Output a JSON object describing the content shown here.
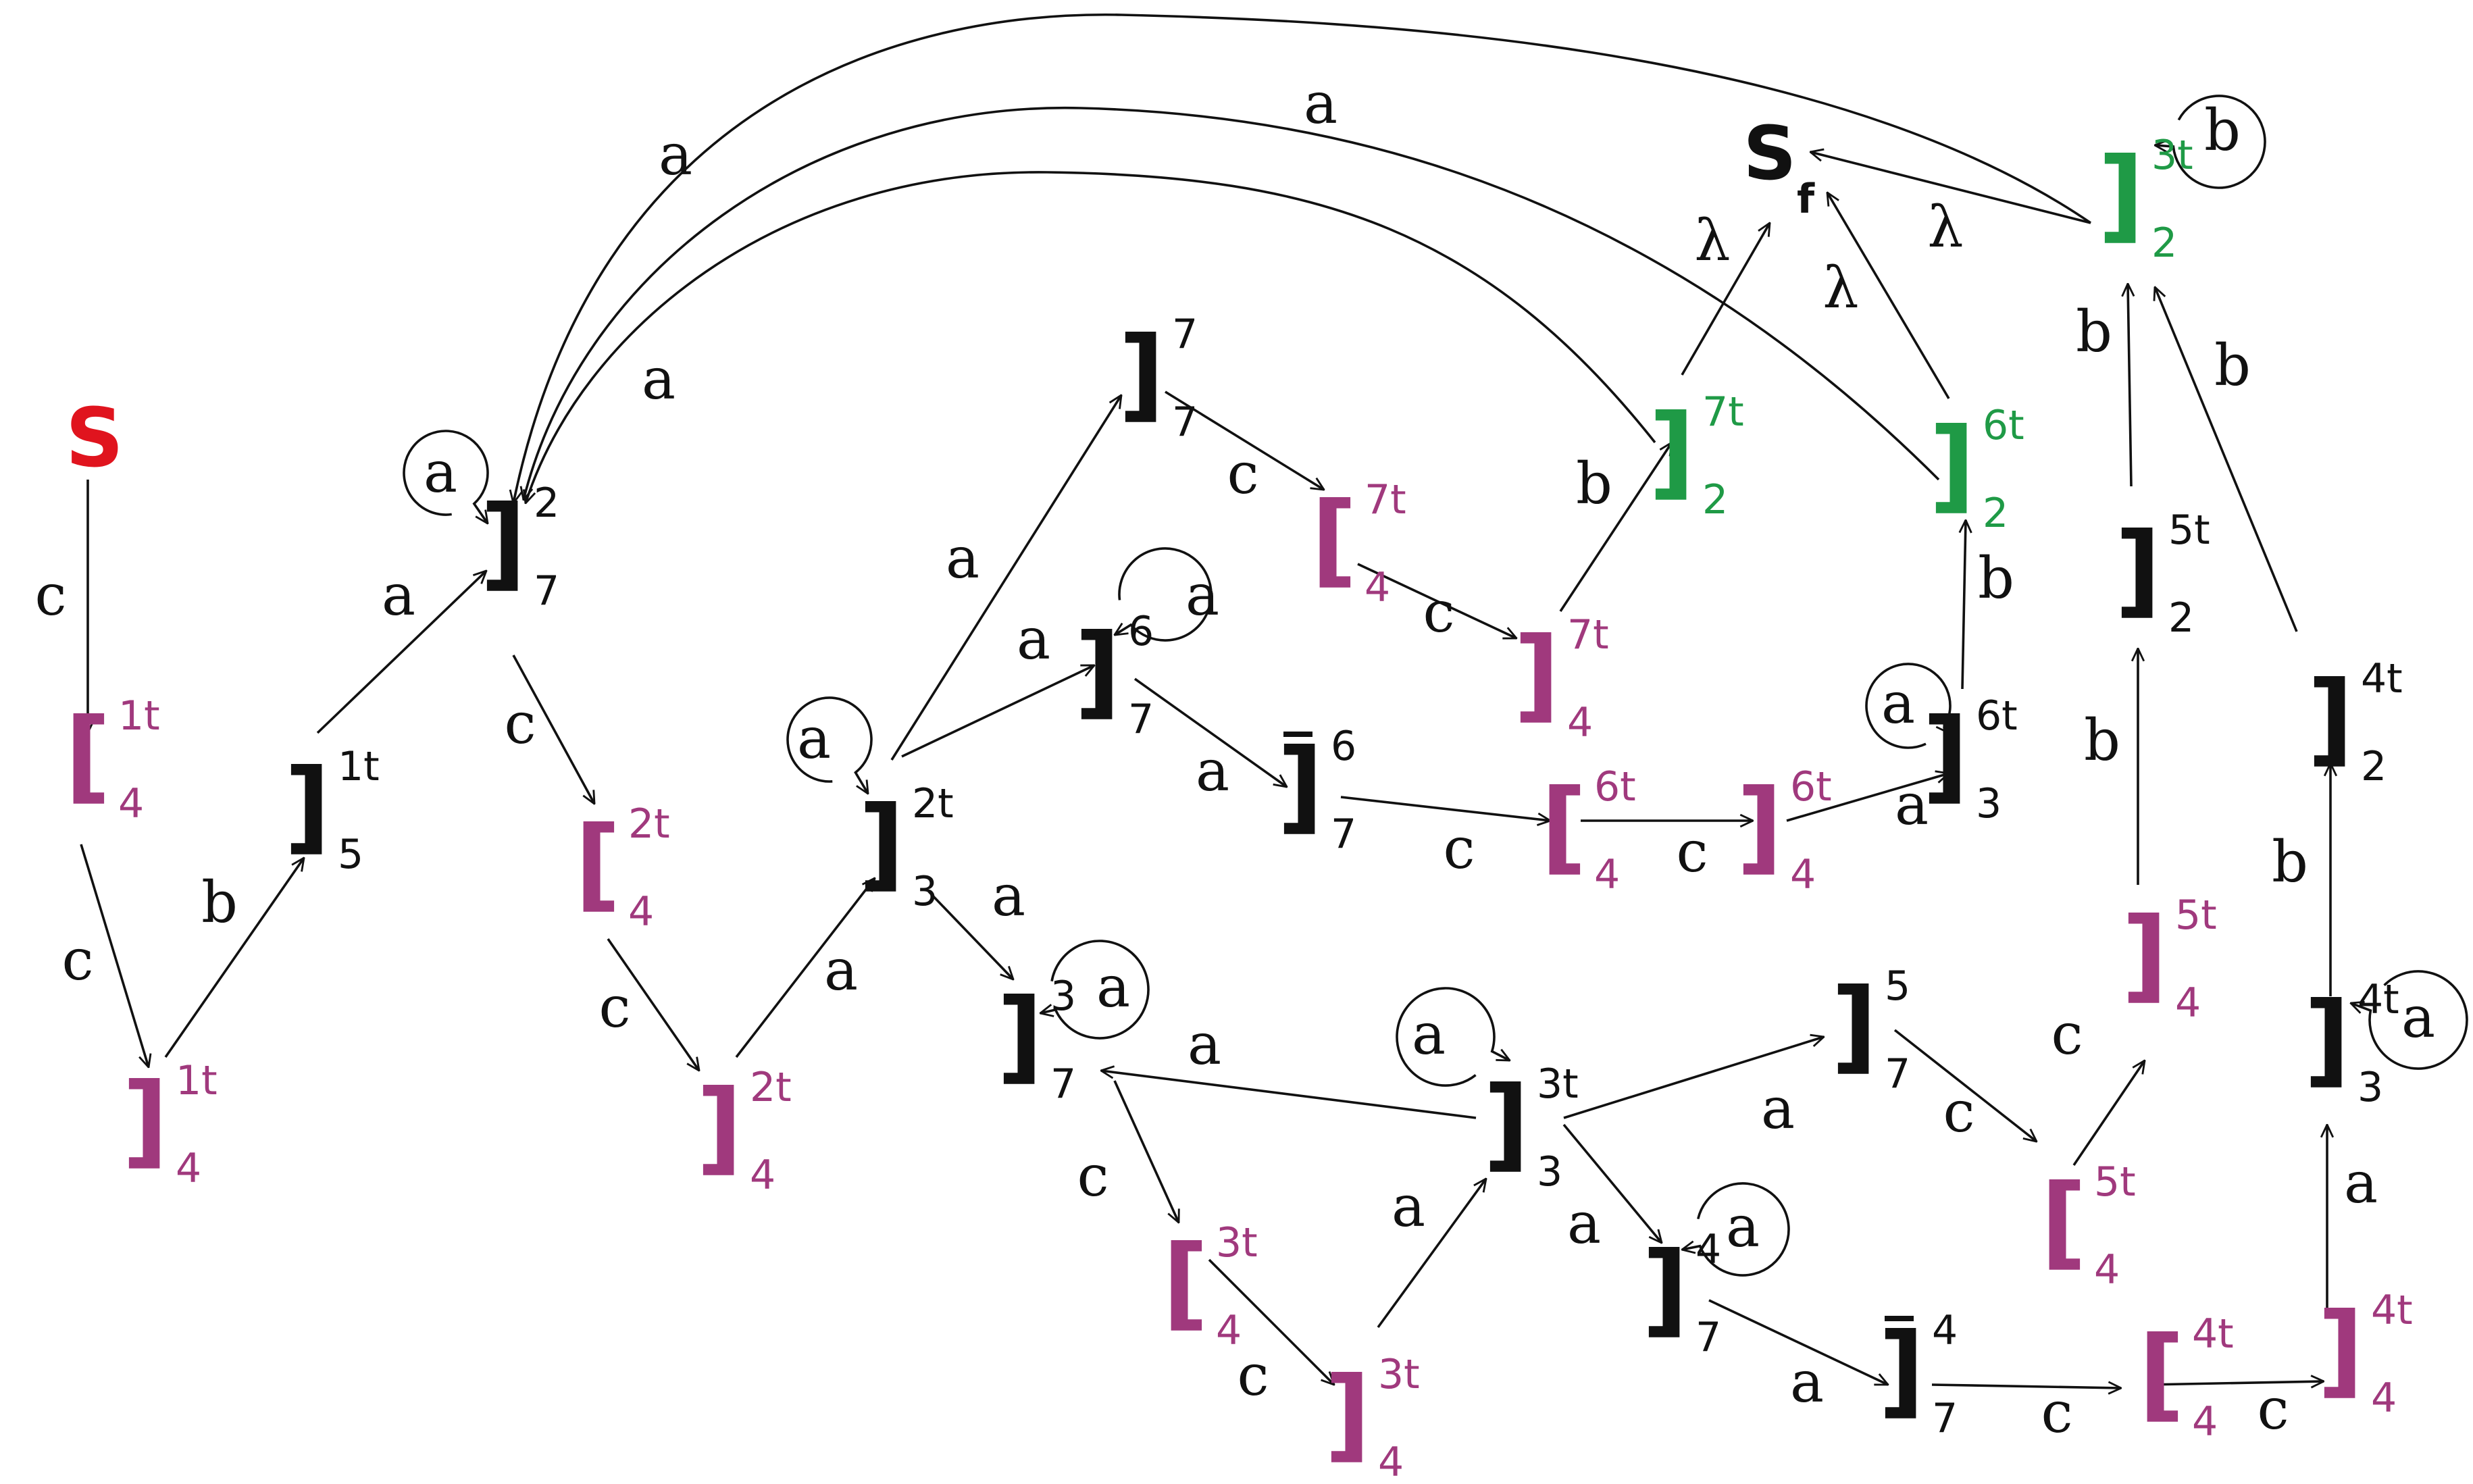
{
  "colors": {
    "black": "#111111",
    "purple": "#a0397d",
    "green": "#1f9a46",
    "red": "#e0141e",
    "edge": "#111111"
  },
  "nodes": {
    "s": {
      "text": "S",
      "color": "red"
    },
    "sf": {
      "text": "S",
      "sub": "f",
      "color": "black"
    },
    "o4_1t": {
      "text": "[",
      "sup": "1t",
      "sub": "4",
      "color": "purple"
    },
    "c4_1t": {
      "text": "]",
      "sup": "1t",
      "sub": "4",
      "color": "purple"
    },
    "c5_1t": {
      "text": "]",
      "sup": "1t",
      "sub": "5",
      "color": "black"
    },
    "c7_2": {
      "text": "]",
      "sup": "2",
      "sub": "7",
      "color": "black"
    },
    "o4_2t": {
      "text": "[",
      "sup": "2t",
      "sub": "4",
      "color": "purple"
    },
    "c4_2t": {
      "text": "]",
      "sup": "2t",
      "sub": "4",
      "color": "purple"
    },
    "c3_2t": {
      "text": "]",
      "sup": "2t",
      "sub": "3",
      "color": "black"
    },
    "c7_7": {
      "text": "]",
      "sup": "7",
      "sub": "7",
      "color": "black"
    },
    "o4_7t": {
      "text": "[",
      "sup": "7t",
      "sub": "4",
      "color": "purple"
    },
    "c4_7t": {
      "text": "]",
      "sup": "7t",
      "sub": "4",
      "color": "purple"
    },
    "c2_7t": {
      "text": "]",
      "sup": "7t",
      "sub": "2",
      "color": "green"
    },
    "c7_6": {
      "text": "]",
      "sup": "6",
      "sub": "7",
      "color": "black"
    },
    "cb7_6": {
      "text": "]",
      "sup": "6",
      "sub": "7",
      "bar": true,
      "color": "black"
    },
    "o4_6t": {
      "text": "[",
      "sup": "6t",
      "sub": "4",
      "color": "purple"
    },
    "c4_6t": {
      "text": "]",
      "sup": "6t",
      "sub": "4",
      "color": "purple"
    },
    "c3_6t": {
      "text": "]",
      "sup": "6t",
      "sub": "3",
      "color": "black"
    },
    "c2_6t": {
      "text": "]",
      "sup": "6t",
      "sub": "2",
      "color": "green"
    },
    "c7_3": {
      "text": "]",
      "sup": "3",
      "sub": "7",
      "color": "black"
    },
    "o4_3t": {
      "text": "[",
      "sup": "3t",
      "sub": "4",
      "color": "purple"
    },
    "c4_3t": {
      "text": "]",
      "sup": "3t",
      "sub": "4",
      "color": "purple"
    },
    "c3_3t": {
      "text": "]",
      "sup": "3t",
      "sub": "3",
      "color": "black"
    },
    "c7_5": {
      "text": "]",
      "sup": "5",
      "sub": "7",
      "color": "black"
    },
    "o4_5t": {
      "text": "[",
      "sup": "5t",
      "sub": "4",
      "color": "purple"
    },
    "c4_5t": {
      "text": "]",
      "sup": "5t",
      "sub": "4",
      "color": "purple"
    },
    "c2_5t": {
      "text": "]",
      "sup": "5t",
      "sub": "2",
      "color": "black"
    },
    "c7_4": {
      "text": "]",
      "sup": "4",
      "sub": "7",
      "color": "black"
    },
    "cb7_4": {
      "text": "]",
      "sup": "4",
      "sub": "7",
      "bar": true,
      "color": "black"
    },
    "o4_4t": {
      "text": "[",
      "sup": "4t",
      "sub": "4",
      "color": "purple"
    },
    "c4_4t": {
      "text": "]",
      "sup": "4t",
      "sub": "4",
      "color": "purple"
    },
    "c3_4t": {
      "text": "]",
      "sup": "4t",
      "sub": "3",
      "color": "black"
    },
    "c2_4t": {
      "text": "]",
      "sup": "4t",
      "sub": "2",
      "color": "black"
    },
    "c2_3t": {
      "text": "]",
      "sup": "3t",
      "sub": "2",
      "color": "green"
    }
  },
  "edges": [
    {
      "from": "s",
      "to": "o4_1t",
      "label": "c"
    },
    {
      "from": "o4_1t",
      "to": "c4_1t",
      "label": "c"
    },
    {
      "from": "c4_1t",
      "to": "c5_1t",
      "label": "b"
    },
    {
      "from": "c5_1t",
      "to": "c7_2",
      "label": "a"
    },
    {
      "from": "c7_2",
      "to": "c7_2",
      "label": "a"
    },
    {
      "from": "c7_2",
      "to": "o4_2t",
      "label": "c"
    },
    {
      "from": "o4_2t",
      "to": "c4_2t",
      "label": "c"
    },
    {
      "from": "c4_2t",
      "to": "c3_2t",
      "label": "a"
    },
    {
      "from": "c3_2t",
      "to": "c3_2t",
      "label": "a"
    },
    {
      "from": "c3_2t",
      "to": "c7_7",
      "label": "a"
    },
    {
      "from": "c3_2t",
      "to": "c7_6",
      "label": "a"
    },
    {
      "from": "c3_2t",
      "to": "c7_3",
      "label": "a"
    },
    {
      "from": "c7_7",
      "to": "o4_7t",
      "label": "c"
    },
    {
      "from": "o4_7t",
      "to": "c4_7t",
      "label": "c"
    },
    {
      "from": "c4_7t",
      "to": "c2_7t",
      "label": "b"
    },
    {
      "from": "c2_7t",
      "to": "sf",
      "label": "λ"
    },
    {
      "from": "c2_7t",
      "to": "c7_2",
      "label": "a"
    },
    {
      "from": "c7_6",
      "to": "c7_6",
      "label": "a"
    },
    {
      "from": "c7_6",
      "to": "cb7_6",
      "label": "a"
    },
    {
      "from": "cb7_6",
      "to": "o4_6t",
      "label": "c"
    },
    {
      "from": "o4_6t",
      "to": "c4_6t",
      "label": "c"
    },
    {
      "from": "c4_6t",
      "to": "c3_6t",
      "label": "a"
    },
    {
      "from": "c3_6t",
      "to": "c3_6t",
      "label": "a"
    },
    {
      "from": "c3_6t",
      "to": "c2_6t",
      "label": "b"
    },
    {
      "from": "c2_6t",
      "to": "sf",
      "label": "λ"
    },
    {
      "from": "c2_6t",
      "to": "c7_2",
      "label": "a"
    },
    {
      "from": "c7_3",
      "to": "c7_3",
      "label": "a"
    },
    {
      "from": "c7_3",
      "to": "o4_3t",
      "label": "c"
    },
    {
      "from": "o4_3t",
      "to": "c4_3t",
      "label": "c"
    },
    {
      "from": "c4_3t",
      "to": "c3_3t",
      "label": "a"
    },
    {
      "from": "c3_3t",
      "to": "c3_3t",
      "label": "a"
    },
    {
      "from": "c3_3t",
      "to": "c7_3",
      "label": "a"
    },
    {
      "from": "c3_3t",
      "to": "c7_5",
      "label": "a"
    },
    {
      "from": "c3_3t",
      "to": "c7_4",
      "label": "a"
    },
    {
      "from": "c7_5",
      "to": "o4_5t",
      "label": "c"
    },
    {
      "from": "o4_5t",
      "to": "c4_5t",
      "label": "c"
    },
    {
      "from": "c4_5t",
      "to": "c2_5t",
      "label": "b"
    },
    {
      "from": "c2_5t",
      "to": "c2_3t",
      "label": "b"
    },
    {
      "from": "c7_4",
      "to": "c7_4",
      "label": "a"
    },
    {
      "from": "c7_4",
      "to": "cb7_4",
      "label": "a"
    },
    {
      "from": "cb7_4",
      "to": "o4_4t",
      "label": "c"
    },
    {
      "from": "o4_4t",
      "to": "c4_4t",
      "label": "c"
    },
    {
      "from": "c4_4t",
      "to": "c3_4t",
      "label": "a"
    },
    {
      "from": "c3_4t",
      "to": "c3_4t",
      "label": "a"
    },
    {
      "from": "c3_4t",
      "to": "c2_4t",
      "label": "b"
    },
    {
      "from": "c2_4t",
      "to": "c2_3t",
      "label": "b"
    },
    {
      "from": "c2_3t",
      "to": "c2_3t",
      "label": "b"
    },
    {
      "from": "c2_3t",
      "to": "sf",
      "label": "λ"
    },
    {
      "from": "c2_3t",
      "to": "c7_2",
      "label": "a"
    }
  ]
}
